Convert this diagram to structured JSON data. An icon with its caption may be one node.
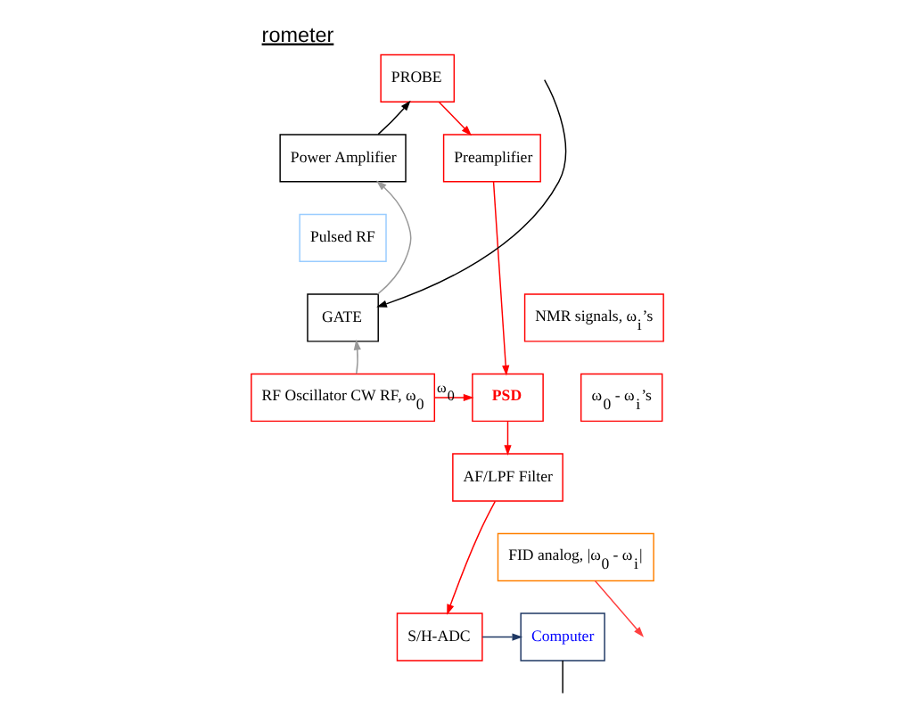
{
  "diagram": {
    "title": "rometer",
    "nodes": [
      {
        "text": [
          "PROBE"
        ]
      },
      {
        "text": [
          "Preamplifier"
        ]
      },
      {
        "text": [
          "Power Amplifier"
        ]
      },
      {
        "text": [
          "Pulsed RF"
        ]
      },
      {
        "text": [
          "NMR signals, ω$_{i}$’s"
        ]
      },
      {
        "text": [
          "GATE"
        ]
      },
      {
        "text": [
          "PSD"
        ]
      },
      {
        "text": [
          "ω$_{0}$ - ω$_{i}$’s"
        ]
      },
      {
        "text": [
          "RF Oscillator CW RF, ω$_{0}$"
        ]
      },
      {
        "text": [
          "AF/LPF Filter"
        ]
      },
      {
        "text": [
          "FID analog, |ω$_{0}$ - ω$_{i}$|"
        ]
      },
      {
        "text": [
          "S/H-ADC"
        ]
      },
      {
        "text": [
          "Computer"
        ]
      }
    ],
    "edges": [
      {
        "from": 2,
        "to": 0,
        "arrow": "to",
        "color": "#000000"
      },
      {
        "from": 0,
        "to": 1,
        "arrow": "to",
        "color": "#ff0000"
      },
      {
        "from": 1,
        "to": 6,
        "arrow": "to",
        "color": "#ff0000"
      },
      {
        "from": 5,
        "to": 2,
        "arrow": "to",
        "color": "#999999"
      },
      {
        "from": 8,
        "to": 5,
        "arrow": "to",
        "color": "#999999"
      },
      {
        "from": 8,
        "to": 6,
        "arrow": "to",
        "label": "ω$_{0}$",
        "color": "#ff0000"
      },
      {
        "from": 6,
        "to": 9,
        "arrow": "to",
        "color": "#ff0000"
      },
      {
        "from": 9,
        "to": 11,
        "arrow": "to",
        "color": "#ff0000"
      },
      {
        "from": 11,
        "to": 12,
        "arrow": "to",
        "color": "#1f3864"
      },
      {
        "from": null,
        "to": 5,
        "arrow": "to",
        "color": "#000000"
      },
      {
        "from": 12,
        "to": null,
        "arrow": "none",
        "color": "#000000"
      },
      {
        "from": 10,
        "to": null,
        "arrow": "to",
        "color": "#ff4040"
      }
    ]
  }
}
